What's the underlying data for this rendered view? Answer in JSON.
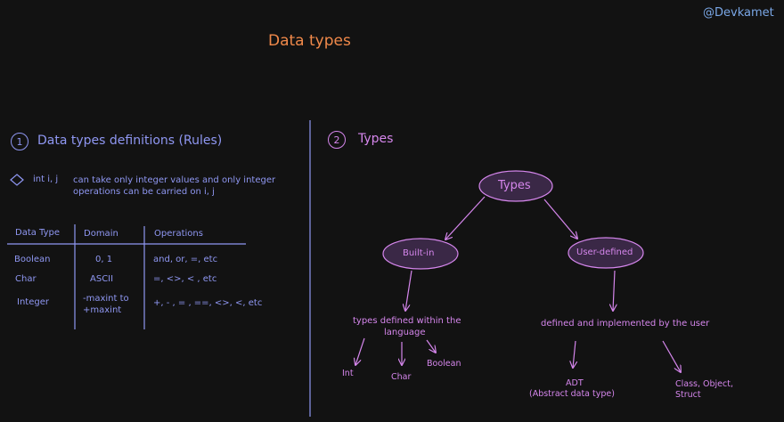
{
  "author": "@Devkamet",
  "title": "Data types",
  "section1": {
    "number": "1",
    "heading": "Data types definitions (Rules)",
    "example_code": "int i, j",
    "example_text_line1": "can take only integer values and only integer",
    "example_text_line2": "operations can be carried on i, j",
    "table": {
      "headers": [
        "Data Type",
        "Domain",
        "Operations"
      ],
      "rows": [
        [
          "Boolean",
          "0, 1",
          "and, or, =, etc"
        ],
        [
          "Char",
          "ASCII",
          "=, <>, < , etc"
        ],
        [
          "Integer",
          "-maxint to\n+maxint",
          "+, - , = , ==, <>, <, etc"
        ]
      ]
    }
  },
  "section2": {
    "number": "2",
    "heading": "Types",
    "root": "Types",
    "builtin": "Built-in",
    "userdefined": "User-defined",
    "builtin_desc_line1": "types defined within the",
    "builtin_desc_line2": "language",
    "user_desc": "defined and implemented by the user",
    "leaf_int": "Int",
    "leaf_char": "Char",
    "leaf_boolean": "Boolean",
    "leaf_adt_line1": "ADT",
    "leaf_adt_line2": "(Abstract data type)",
    "leaf_class_line1": "Class, Object,",
    "leaf_class_line2": "Struct"
  },
  "colors": {
    "background": "#121212",
    "title": "#f0894a",
    "author": "#7aa7e6",
    "section1": "#8f97f2",
    "section2": "#d586ec",
    "node_fill": "#3a2846"
  }
}
